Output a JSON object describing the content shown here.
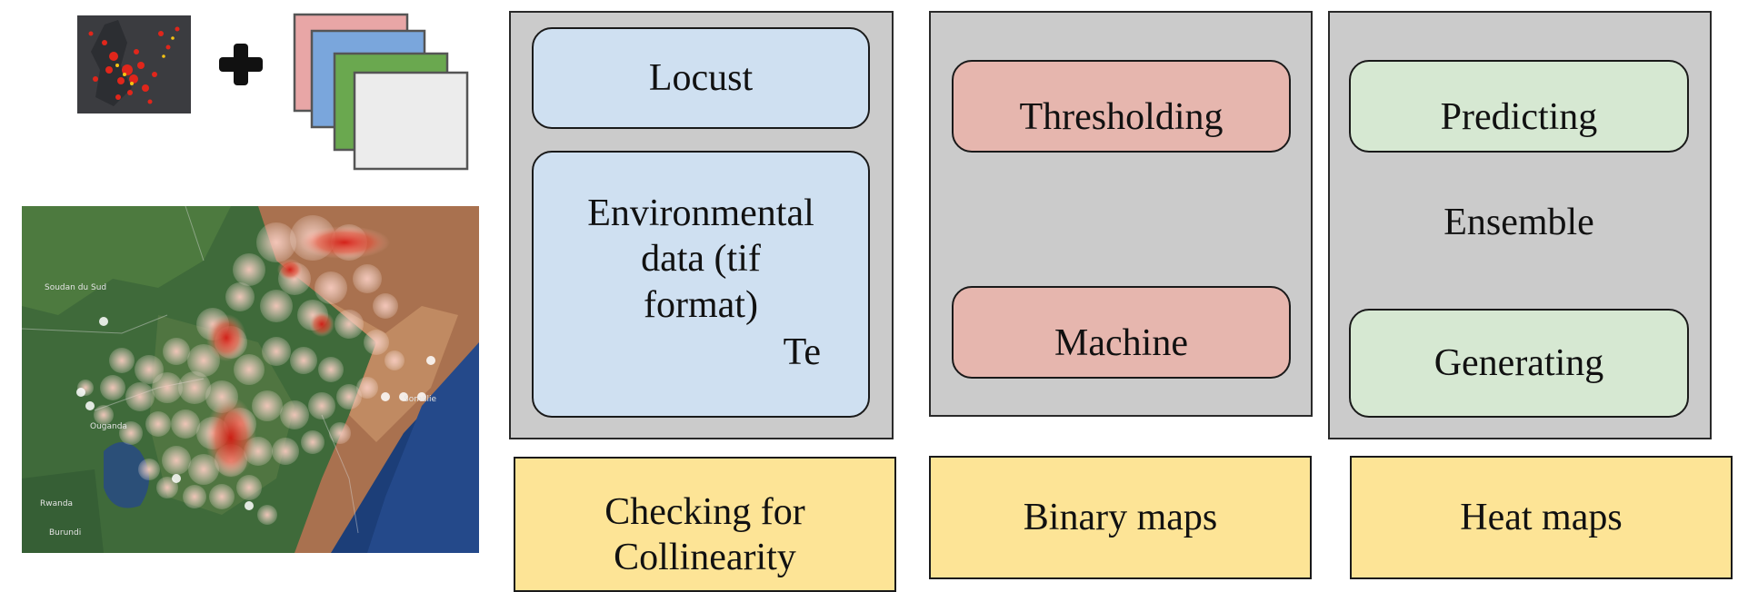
{
  "column1": {
    "locust_label": "Locust",
    "env_label_lines": [
      "Environmental",
      "data (tif",
      "format)"
    ],
    "env_trailing": "Te",
    "bottom_label_lines": [
      "Checking for",
      "Collinearity"
    ]
  },
  "column2": {
    "top_label": "Thresholding",
    "bottom_label": "Machine",
    "output_label": "Binary maps"
  },
  "column3": {
    "top_label": "Predicting",
    "middle_label": "Ensemble",
    "bottom_label": "Generating",
    "output_label": "Heat maps"
  },
  "map_labels": [
    "Soudan du Sud",
    "Ouganda",
    "Rwanda",
    "Burundi",
    "Somalie"
  ],
  "colors": {
    "panel": "#cbcbcb",
    "blue_box": "#cfe0f1",
    "red_box": "#e6b6ae",
    "green_box": "#d6e8d2",
    "yellow_box": "#fde496",
    "layer_red": "#e8a6a6",
    "layer_blue": "#7aa6dc",
    "layer_green": "#6aa84f",
    "layer_grey": "#ececec"
  }
}
